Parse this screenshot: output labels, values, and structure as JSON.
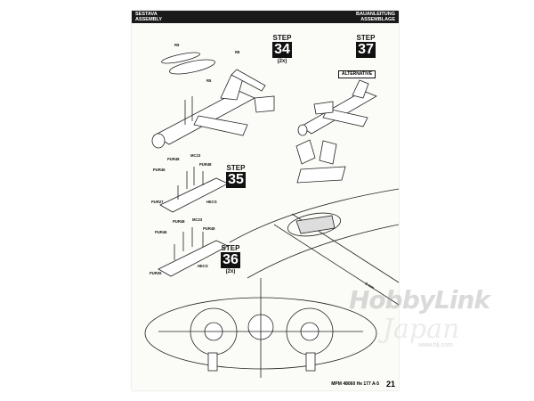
{
  "header": {
    "left_line1": "SESTAVA",
    "left_line2": "ASSEMBLY",
    "right_line1": "BAUANLEITUNG",
    "right_line2": "ASSEMBLAGE"
  },
  "steps": [
    {
      "word": "STEP",
      "number": "34",
      "qty": "(2x)"
    },
    {
      "word": "STEP",
      "number": "37",
      "qty": ""
    },
    {
      "word": "STEP",
      "number": "35",
      "qty": ""
    },
    {
      "word": "STEP",
      "number": "36",
      "qty": "(2x)"
    }
  ],
  "alternative_label": "ALTERNATIVE",
  "part_labels": {
    "r9": "R9",
    "r8": "R8",
    "r5": "R5",
    "s35_pur48a": "PUR48",
    "s35_mc23": "MC23",
    "s35_pur46": "PUR46",
    "s35_pur48b": "PUR48",
    "s35_pur27": "PUR27",
    "s35_hecs": "HECS",
    "s36_pur48a": "PUR48",
    "s36_mc23": "MC23",
    "s36_pur46": "PUR46",
    "s36_pur48b": "PUR48",
    "s36_pur26": "PUR26",
    "s36_hecs": "HECS",
    "dimension": "2 mm"
  },
  "footer": {
    "text": "MPM 48060  He 177 A-5",
    "page": "21"
  },
  "watermark": {
    "line1": "HobbyLink",
    "line2": "Japan",
    "line3": "www.hlj.com"
  }
}
